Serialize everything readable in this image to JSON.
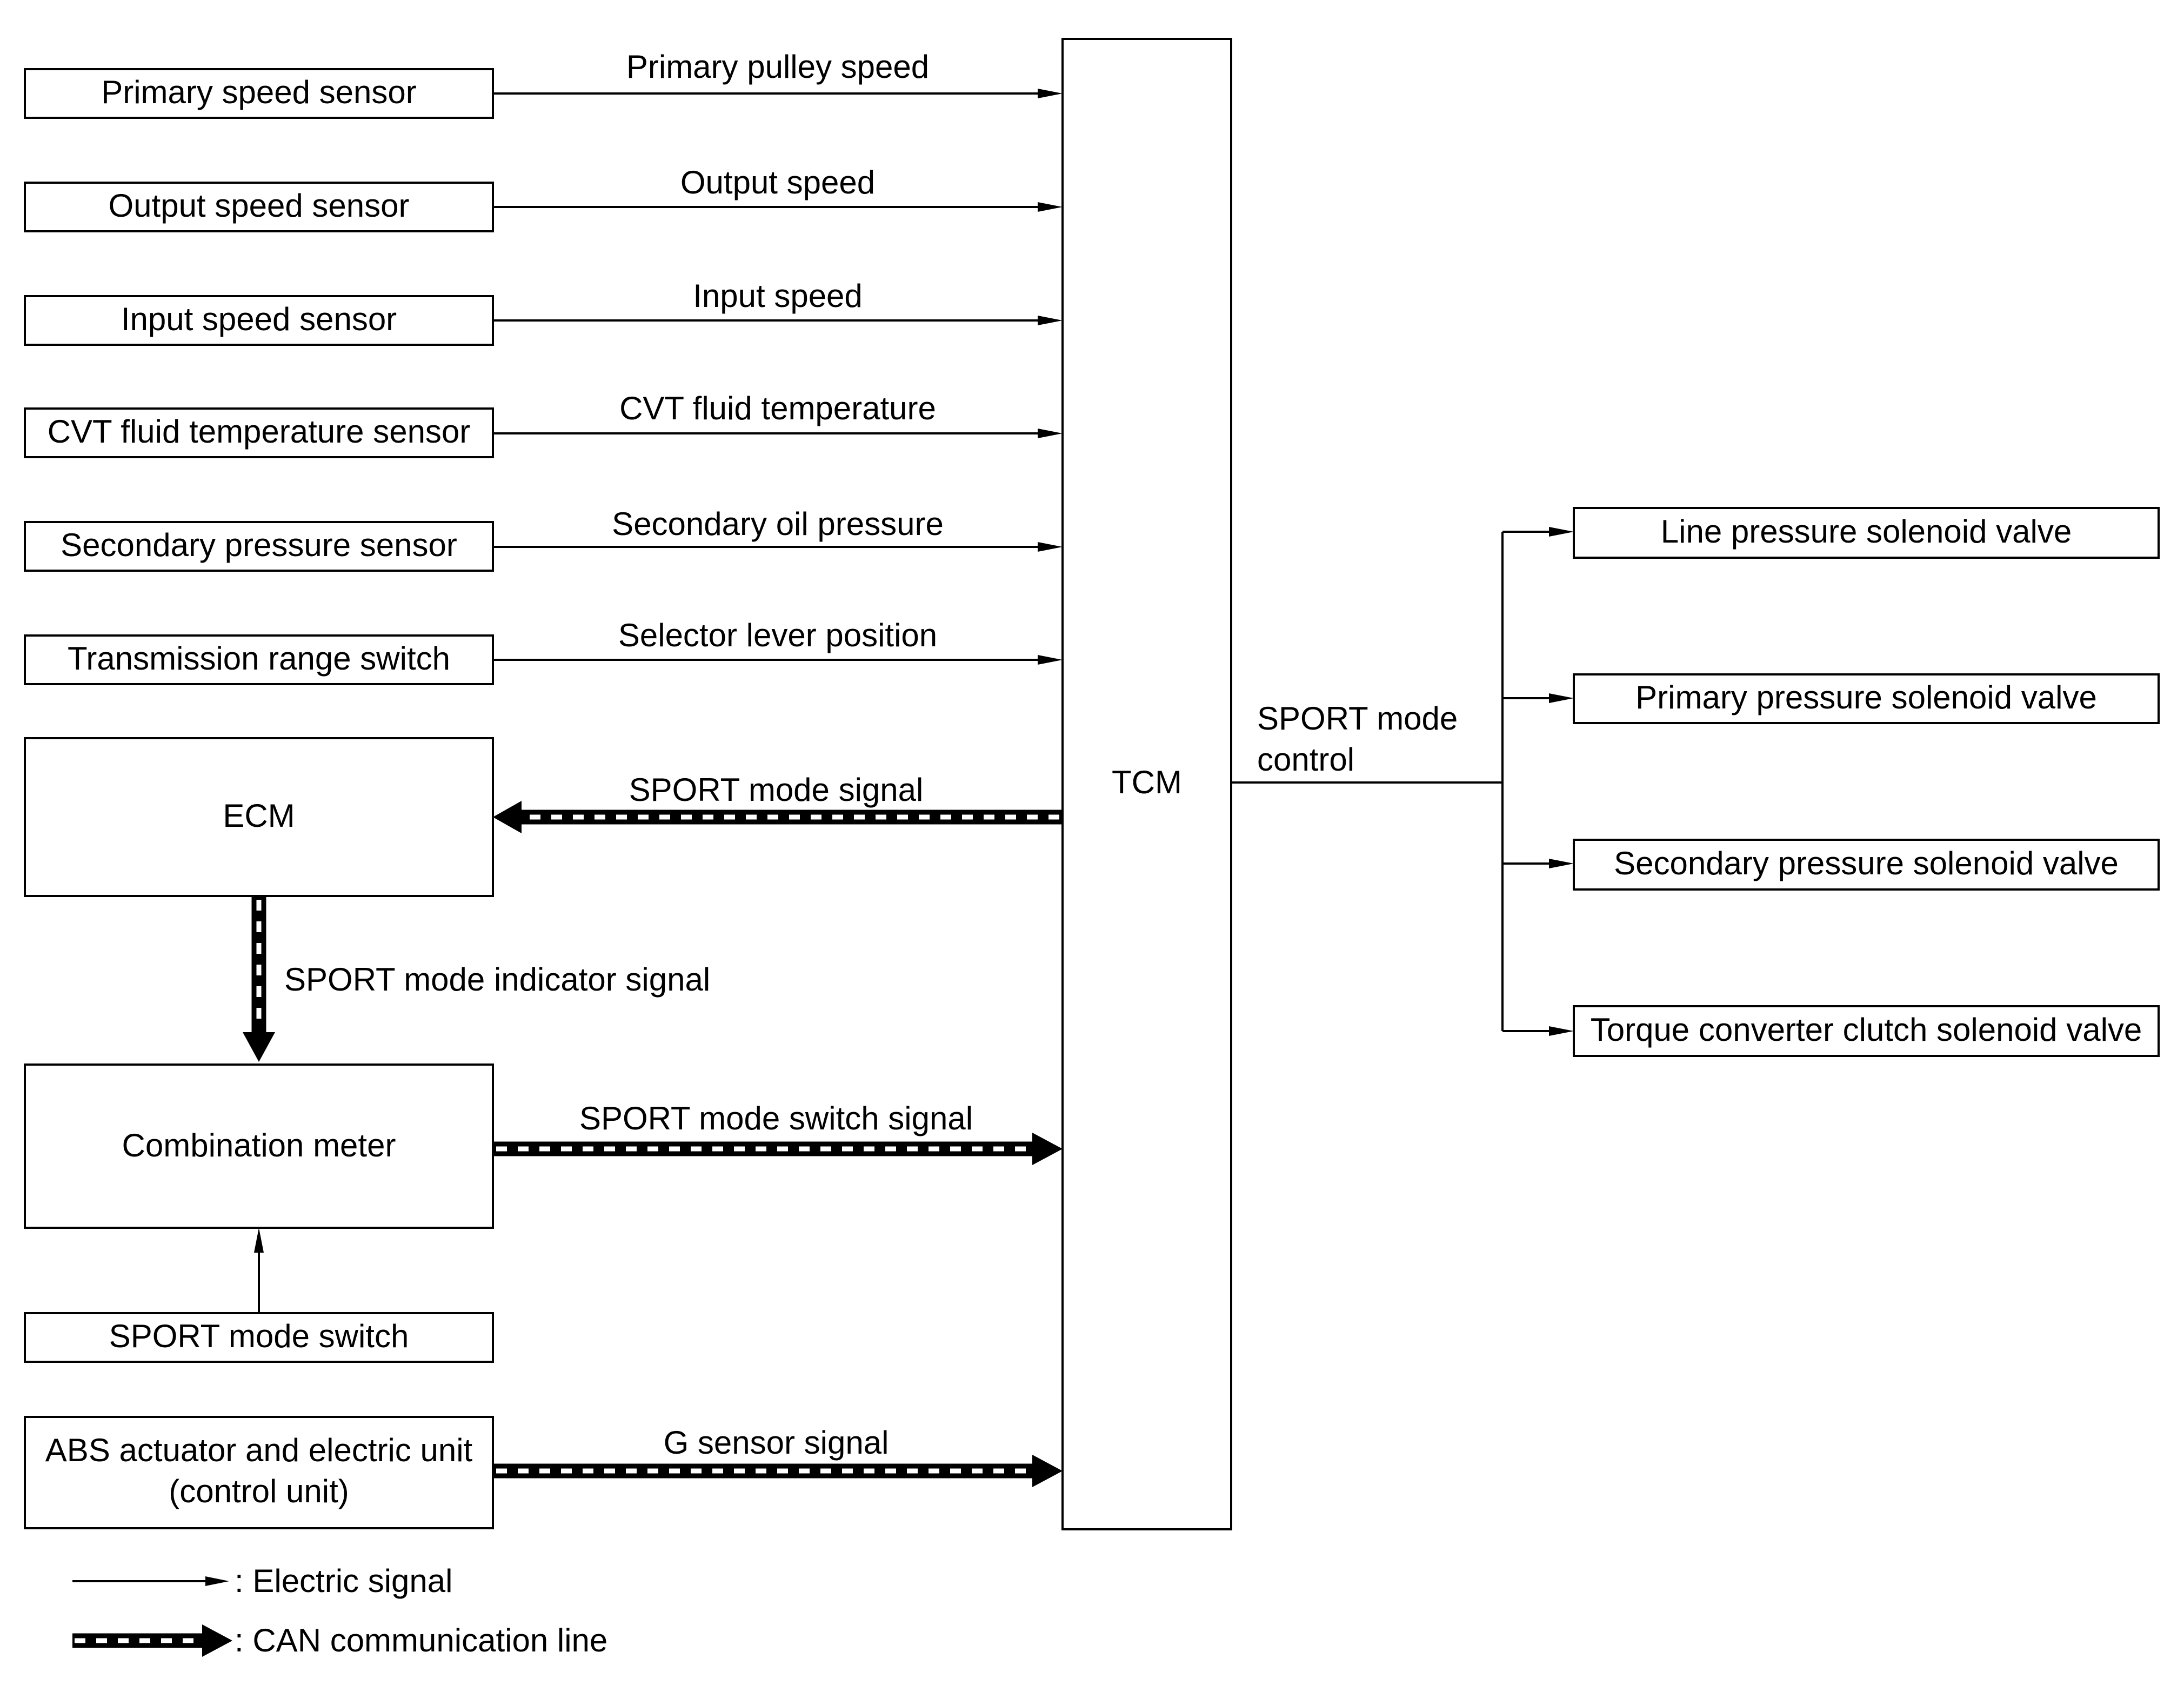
{
  "tcm": {
    "label": "TCM"
  },
  "inputs": [
    {
      "component": "Primary speed sensor",
      "signal": "Primary pulley speed"
    },
    {
      "component": "Output speed sensor",
      "signal": "Output speed"
    },
    {
      "component": "Input speed sensor",
      "signal": "Input speed"
    },
    {
      "component": "CVT fluid temperature sensor",
      "signal": "CVT fluid temperature"
    },
    {
      "component": "Secondary pressure sensor",
      "signal": "Secondary oil pressure"
    },
    {
      "component": "Transmission range switch",
      "signal": "Selector lever position"
    }
  ],
  "ecm": {
    "label": "ECM",
    "signal": "SPORT mode signal"
  },
  "indicator": {
    "signal": "SPORT mode indicator signal"
  },
  "combination_meter": {
    "label": "Combination meter",
    "signal": "SPORT mode switch signal"
  },
  "sport_switch": {
    "label": "SPORT mode switch"
  },
  "abs": {
    "line1": "ABS actuator and electric unit",
    "line2": "(control unit)",
    "signal": "G sensor signal"
  },
  "control": {
    "line1": "SPORT mode",
    "line2": "control"
  },
  "outputs": [
    "Line pressure solenoid valve",
    "Primary pressure solenoid valve",
    "Secondary pressure solenoid valve",
    "Torque converter clutch solenoid valve"
  ],
  "legend": {
    "electric": ": Electric signal",
    "can": ": CAN communication line"
  }
}
